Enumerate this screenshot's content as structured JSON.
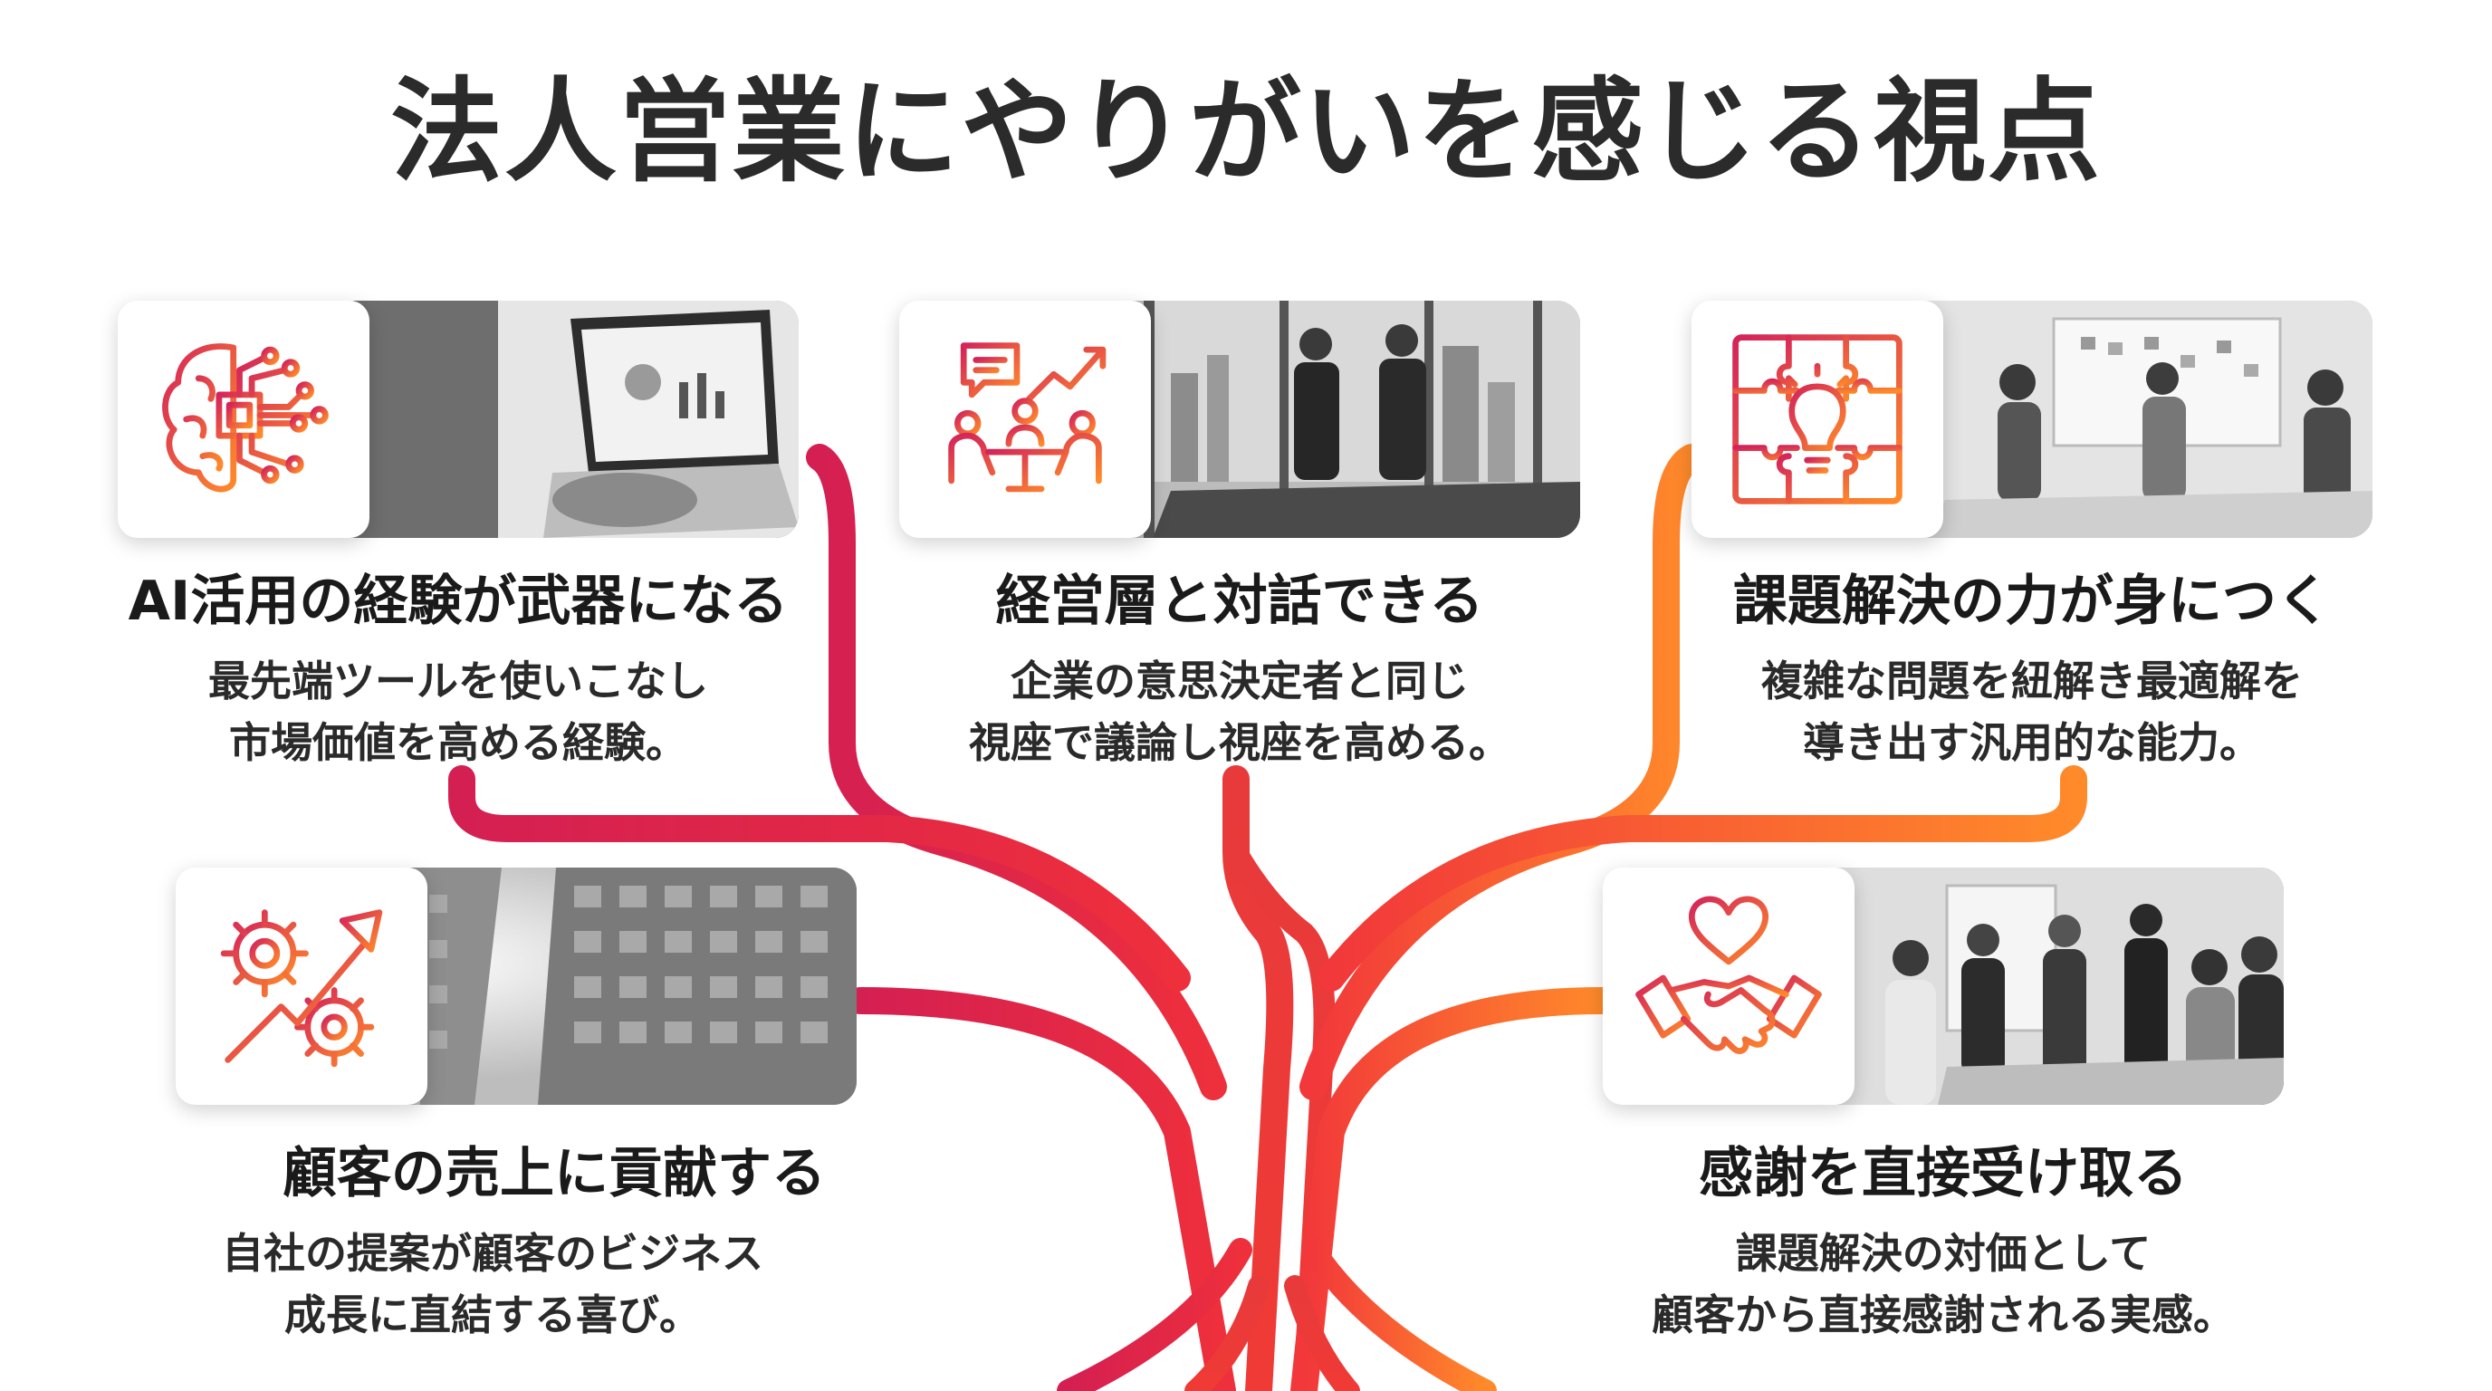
{
  "title": "法人営業にやりがいを感じる視点",
  "cards": [
    {
      "heading": "AI活用の経験が武器になる",
      "desc_lines": [
        "最先端ツールを使いこなし",
        "市場価値を高める経験。"
      ],
      "icon": "ai-brain-chip-icon",
      "photo": "laptop-analytics-photo"
    },
    {
      "heading": "経営層と対話できる",
      "desc_lines": [
        "企業の意思決定者と同じ",
        "視座で議論し視座を高める。"
      ],
      "icon": "meeting-growth-icon",
      "photo": "executive-handshake-photo"
    },
    {
      "heading": "課題解決の力が身につく",
      "desc_lines": [
        "複雑な問題を紐解き最適解を",
        "導き出す汎用的な能力。"
      ],
      "icon": "puzzle-lightbulb-icon",
      "photo": "whiteboard-team-photo"
    },
    {
      "heading": "顧客の売上に貢献する",
      "desc_lines": [
        "自社の提案が顧客のビジネス",
        "成長に直結する喜び。"
      ],
      "icon": "gears-growth-arrow-icon",
      "photo": "office-buildings-photo"
    },
    {
      "heading": "感謝を直接受け取る",
      "desc_lines": [
        "課題解決の対価として",
        "顧客から直接感謝される実感。"
      ],
      "icon": "heart-handshake-icon",
      "photo": "smiling-team-photo"
    }
  ],
  "colors": {
    "gradient_start": "#d9224f",
    "gradient_mid": "#f0303a",
    "gradient_end": "#ff8a2a",
    "title": "#2b2b2b"
  }
}
